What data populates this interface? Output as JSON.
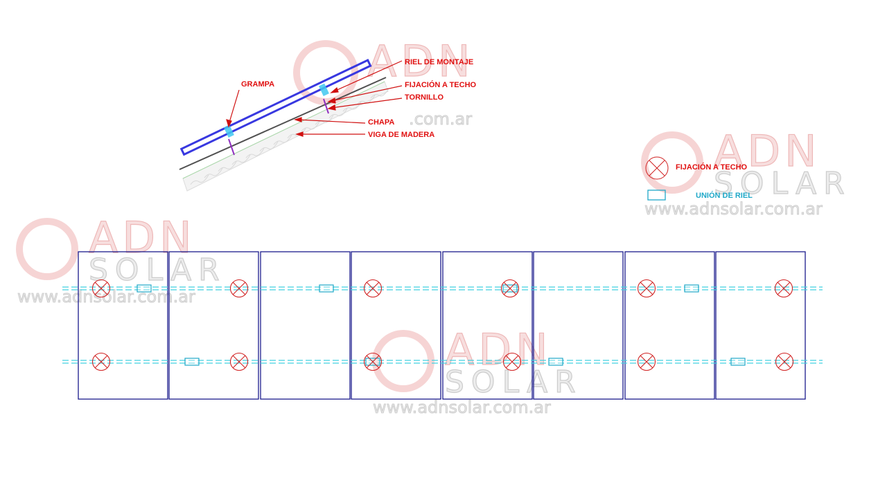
{
  "colors": {
    "label_red": "#e01010",
    "panel_border": "#1a1a8c",
    "rail_blue": "#3838e0",
    "rail_dash": "#40d0e0",
    "joint": "#1fa8c8",
    "fixing": "#d02020",
    "screw": "#9030c0",
    "roof_sheet": "#505050",
    "beam": "#cfcfcf"
  },
  "watermark": {
    "brand": "ADN",
    "sub": "SOLAR",
    "url": "www.adnsolar.com.ar"
  },
  "section": {
    "labels": {
      "grampa": "GRAMPA",
      "riel": "RIEL  DE  MONTAJE",
      "fijacion": "FIJACIÓN   A TECHO",
      "tornillo": "TORNILLO",
      "chapa": "CHAPA",
      "viga": "VIGA  DE  MADERA"
    }
  },
  "legend": {
    "fixing": {
      "icon": "roof-fixing-circle-x-icon",
      "label": "FIJACIÓN   A TECHO"
    },
    "joint": {
      "icon": "rail-joint-rect-icon",
      "label": "UNIÓN  DE  RIEL"
    }
  },
  "layout_plan": {
    "panel_count": 8,
    "rail_count": 2,
    "fixings_per_rail": 6,
    "joints_per_rail": 4
  }
}
